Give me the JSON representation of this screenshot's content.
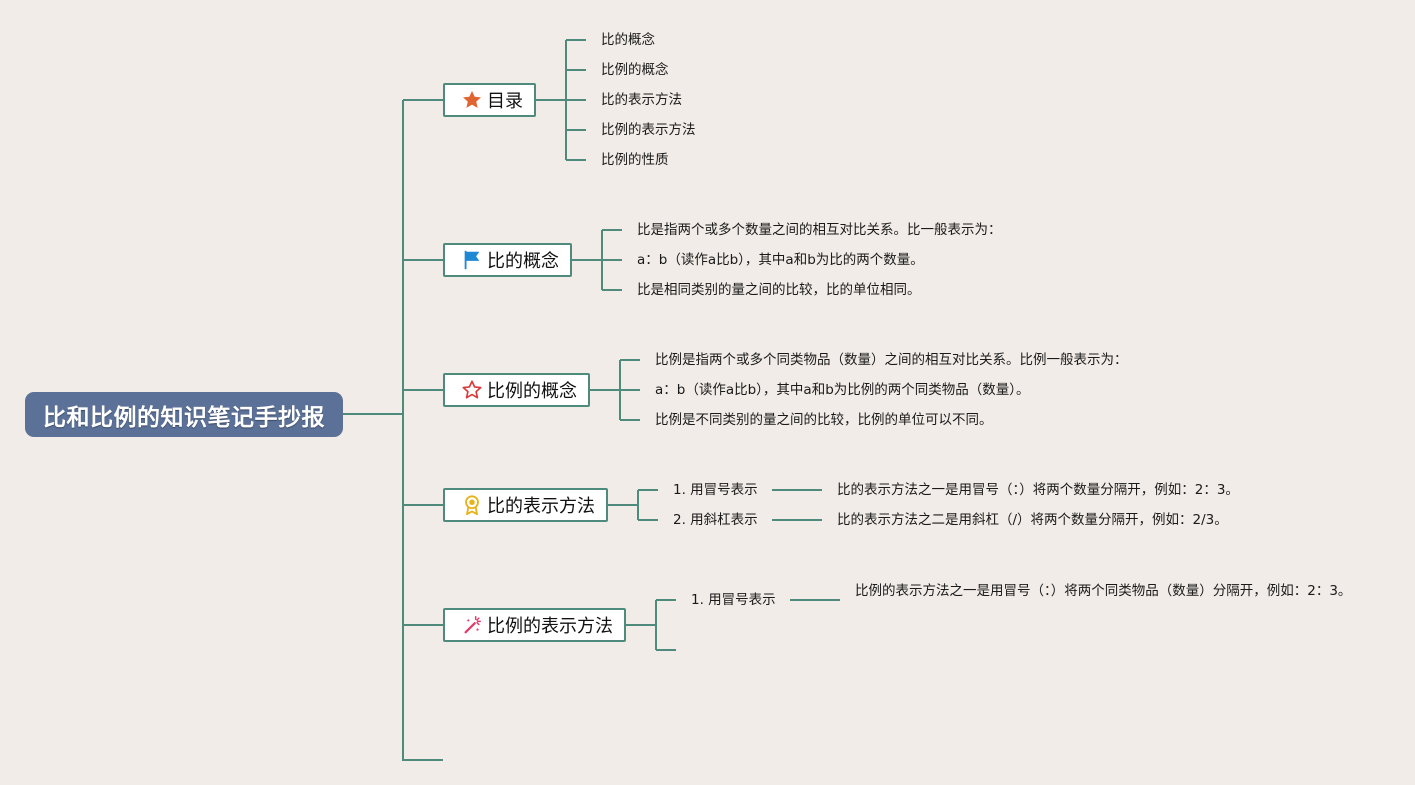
{
  "root": {
    "title": "比和比例的知识笔记手抄报"
  },
  "branches": [
    {
      "label": "目录",
      "icon": "star-filled-icon",
      "items": [
        "比的概念",
        "比例的概念",
        "比的表示方法",
        "比例的表示方法",
        "比例的性质"
      ]
    },
    {
      "label": "比的概念",
      "icon": "flag-icon",
      "items": [
        "比是指两个或多个数量之间的相互对比关系。比一般表示为：",
        "a：b（读作a比b），其中a和b为比的两个数量。",
        "比是相同类别的量之间的比较，比的单位相同。"
      ]
    },
    {
      "label": "比例的概念",
      "icon": "star-outline-icon",
      "items": [
        "比例是指两个或多个同类物品（数量）之间的相互对比关系。比例一般表示为：",
        "a：b（读作a比b），其中a和b为比例的两个同类物品（数量）。",
        "比例是不同类别的量之间的比较，比例的单位可以不同。"
      ]
    },
    {
      "label": "比的表示方法",
      "icon": "award-icon",
      "sub": [
        {
          "label": "1. 用冒号表示",
          "detail": "比的表示方法之一是用冒号（：）将两个数量分隔开，例如：2：3。"
        },
        {
          "label": "2. 用斜杠表示",
          "detail": "比的表示方法之二是用斜杠（/）将两个数量分隔开，例如：2/3。"
        }
      ]
    },
    {
      "label": "比例的表示方法",
      "icon": "magic-wand-icon",
      "sub": [
        {
          "label": "1. 用冒号表示",
          "detail": "比例的表示方法之一是用冒号（：）将两个同类物品（数量）分隔开，例如：2：3。"
        }
      ]
    }
  ],
  "colors": {
    "background": "#f1ece7",
    "root": "#5b7198",
    "line": "#4e8b7c",
    "star": "#e0642f",
    "flag": "#1e88d4",
    "star_outline": "#d93a3a",
    "award": "#e8b21a",
    "wand": "#e23c6b"
  }
}
